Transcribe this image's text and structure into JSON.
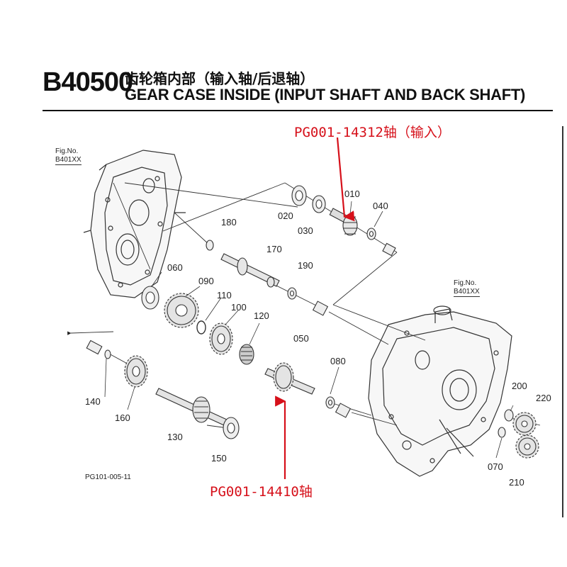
{
  "header": {
    "code": "B40500",
    "title_cn": "齿轮箱内部（输入轴/后退轴）",
    "title_en": "GEAR CASE INSIDE (INPUT SHAFT AND BACK SHAFT)"
  },
  "annotations": {
    "input_shaft": "PG001-14312轴（输入）",
    "back_shaft": "PG001-14410轴"
  },
  "fig_refs": {
    "left": {
      "label": "Fig.No.",
      "ref": "B401XX"
    },
    "right": {
      "label": "Fig.No.",
      "ref": "B401XX"
    }
  },
  "doc_code": "PG101-005-11",
  "parts": {
    "p010": "010",
    "p020": "020",
    "p030": "030",
    "p040": "040",
    "p050": "050",
    "p060": "060",
    "p070": "070",
    "p080": "080",
    "p090": "090",
    "p100": "100",
    "p110": "110",
    "p120": "120",
    "p130": "130",
    "p140": "140",
    "p150": "150",
    "p160": "160",
    "p170": "170",
    "p180": "180",
    "p190": "190",
    "p200": "200",
    "p210": "210",
    "p220": "220"
  },
  "colors": {
    "annotation": "#d6101a",
    "line": "#222222"
  }
}
